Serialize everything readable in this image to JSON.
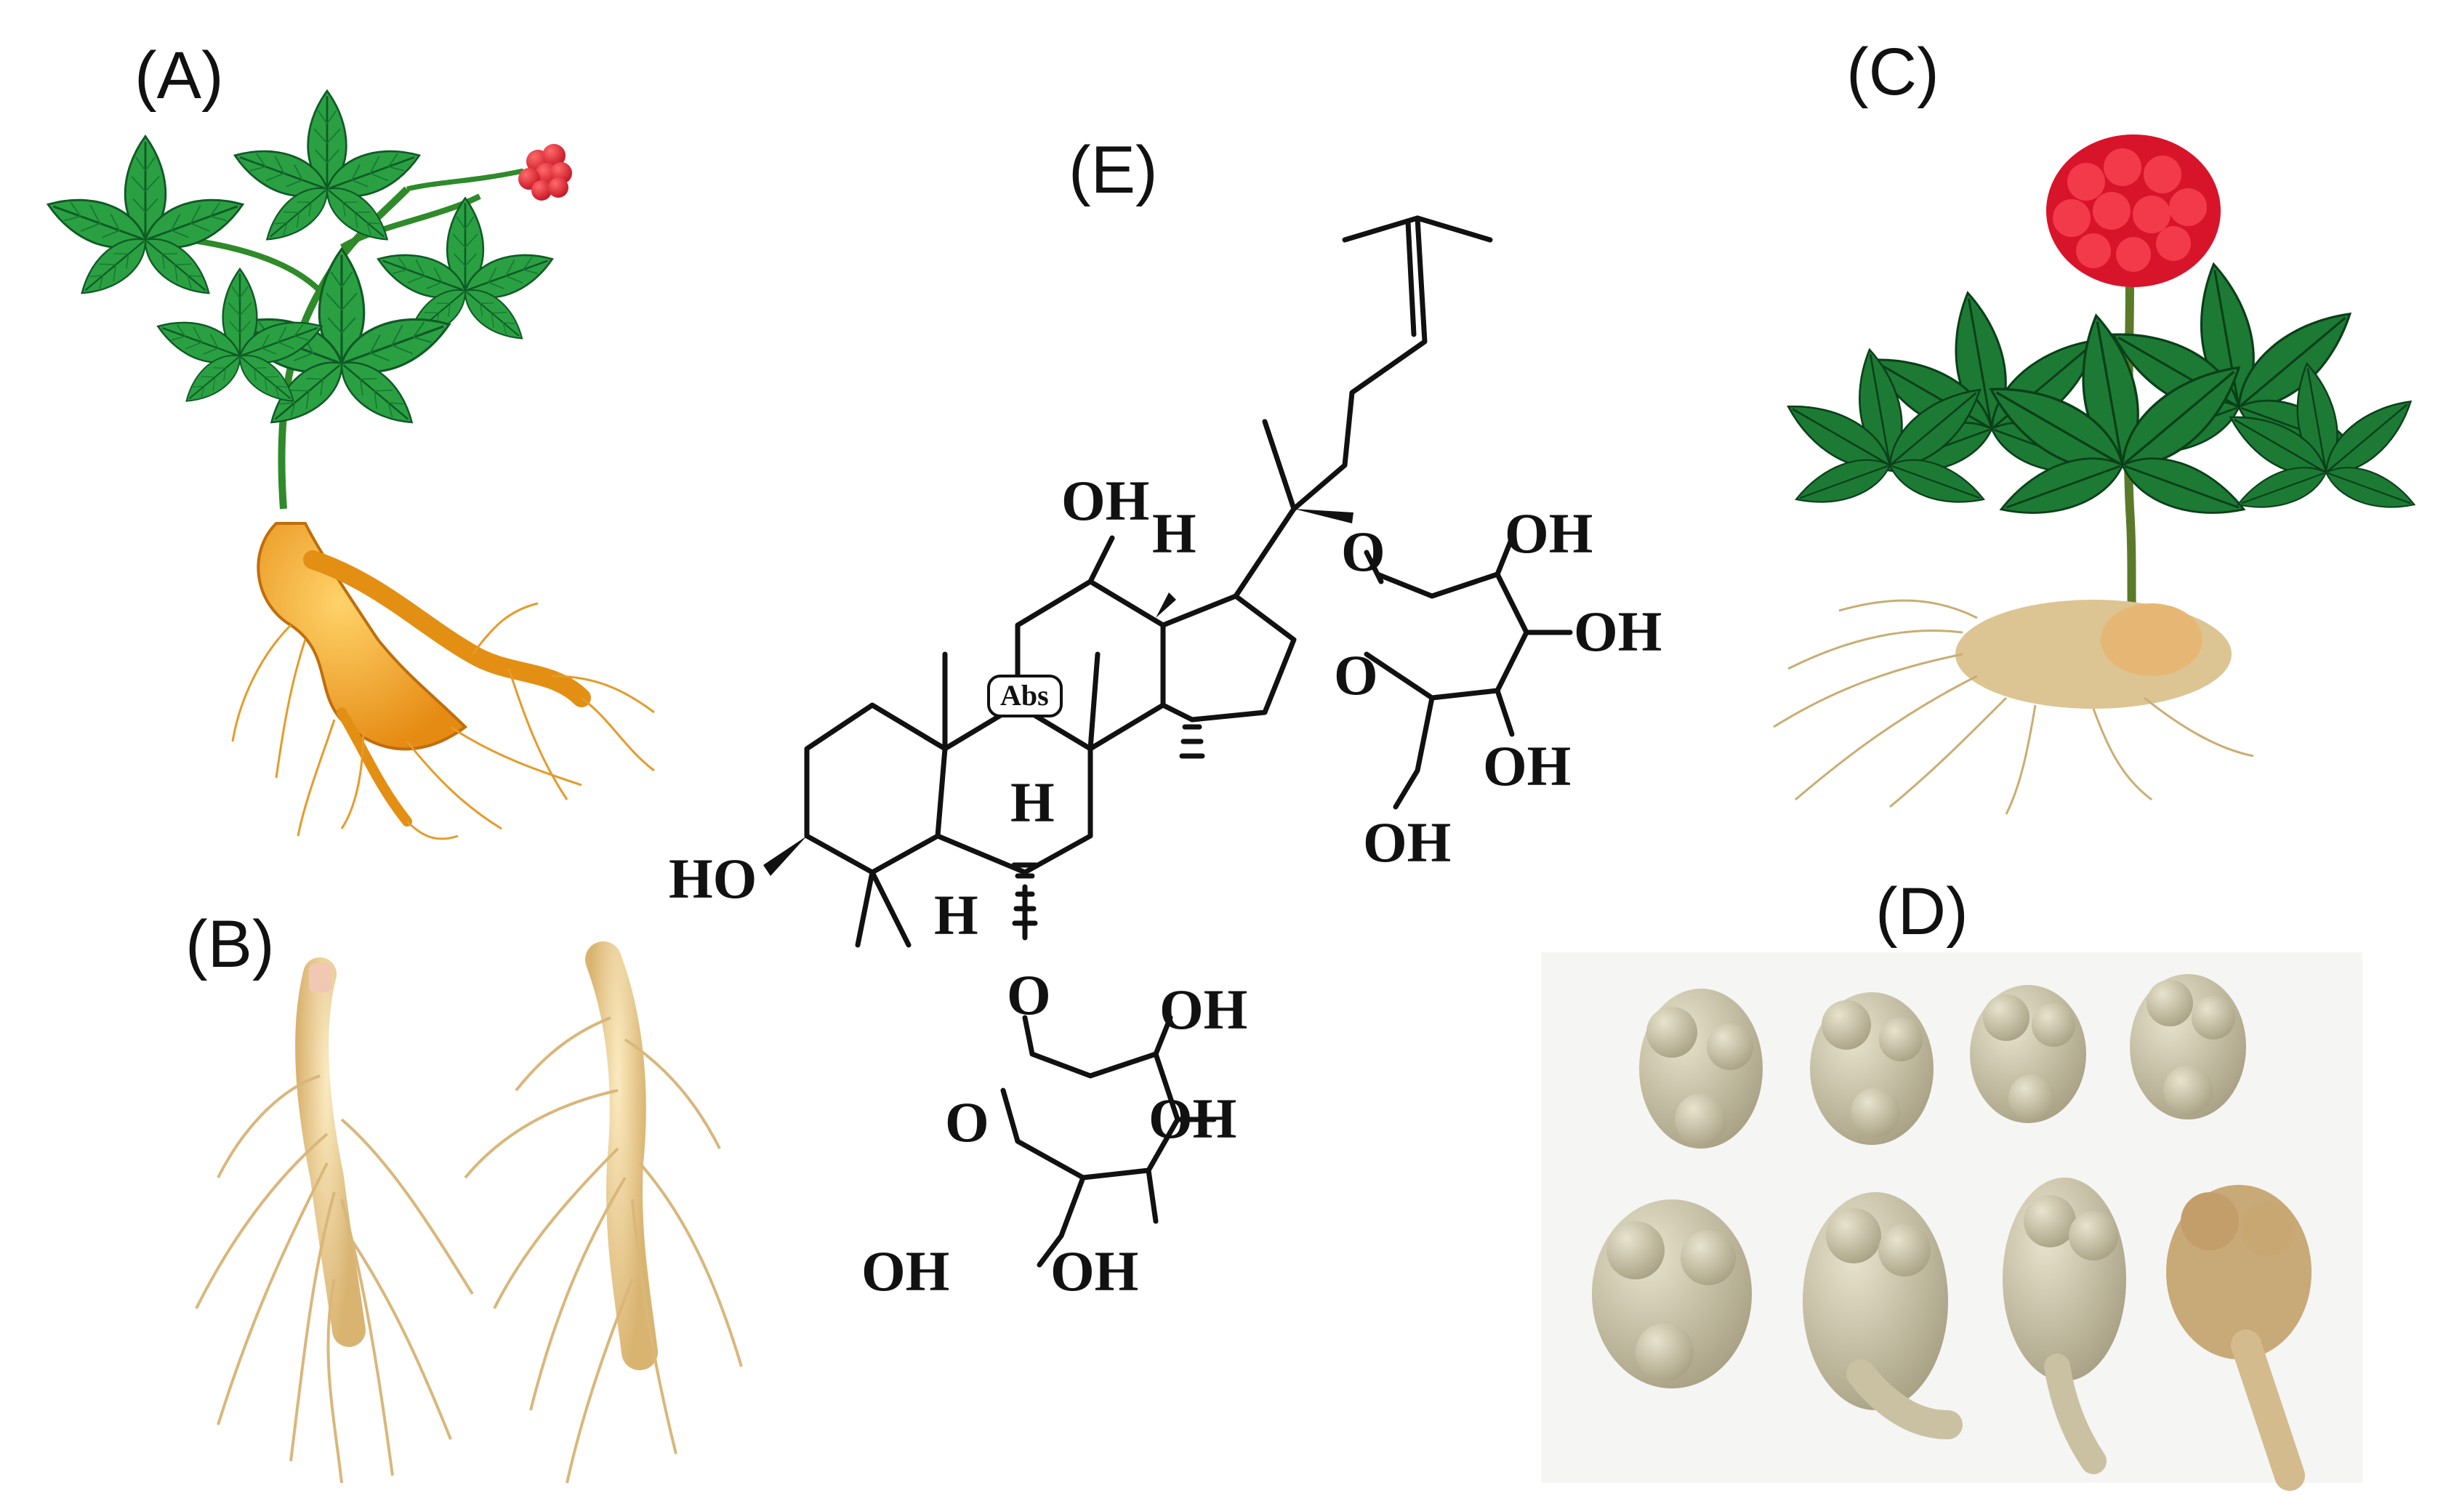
{
  "figure": {
    "panels": [
      {
        "id": "A",
        "label": "(A)",
        "depiction": "ginseng plant illustration with red berries and orange root"
      },
      {
        "id": "B",
        "label": "(B)",
        "depiction": "two pale dried ginseng roots with fine rootlets"
      },
      {
        "id": "C",
        "label": "(C)",
        "depiction": "notoginseng plant with red flower head and root mass"
      },
      {
        "id": "D",
        "label": "(D)",
        "depiction": "eight knobbly dried notoginseng roots in two rows"
      },
      {
        "id": "E",
        "label": "(E)",
        "depiction": "ginsenoside chemical structure"
      }
    ],
    "structure_labels": {
      "oh12": "OH",
      "h13": "H",
      "abs": "Abs",
      "h9": "H",
      "h5": "H",
      "ho3": "HO",
      "o20": "O",
      "o6": "O",
      "s1_ring_o": "O",
      "s1_oh1": "OH",
      "s1_oh2": "OH",
      "s1_oh3": "OH",
      "s1_oh4": "OH",
      "s2_ring_o": "O",
      "s2_oh1": "OH",
      "s2_oh2": "OH",
      "s2_oh3": "OH",
      "s2_oh4": "OH"
    },
    "colors": {
      "leaf_green": "#1f8f3a",
      "leaf_dark": "#0f5a25",
      "berry_red": "#e0162b",
      "root_orange": "#f2a51c",
      "root_pale": "#e9cf95",
      "notoginseng_root": "#cfc7a6"
    }
  }
}
